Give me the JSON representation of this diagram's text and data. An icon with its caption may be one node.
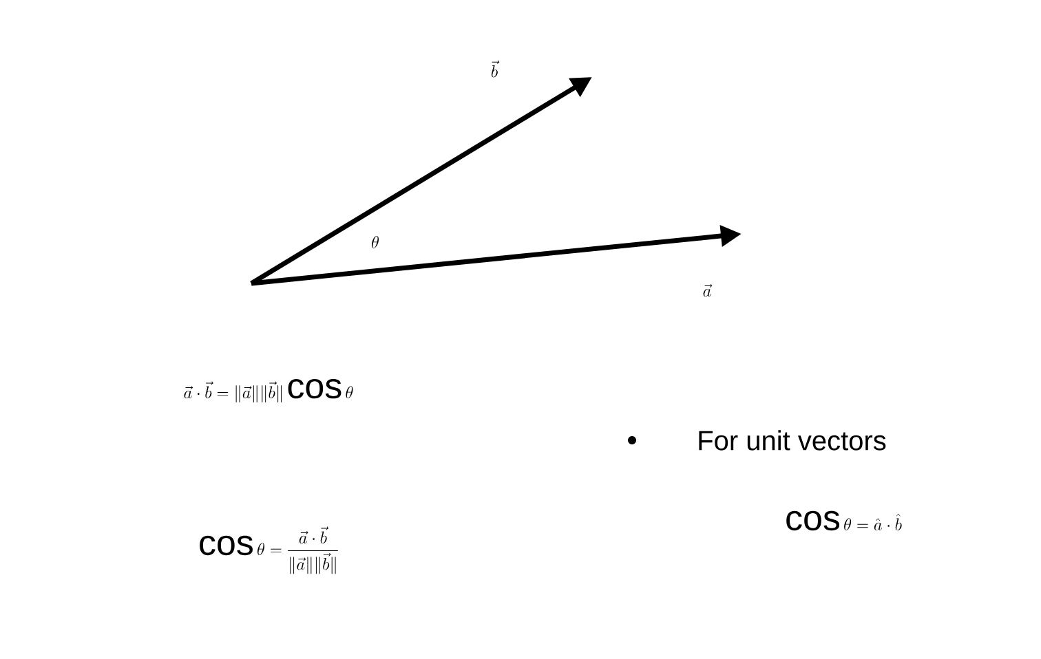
{
  "diagram": {
    "labels": [
      "\\vec{b}",
      "\\theta",
      "\\vec{a}",
      "\\vec{a}\\cdot\\vec{b}=\\|\\vec{a}\\|\\|\\vec{b}\\|\\cos\\theta",
      "For unit vectors",
      "\\cos\\theta=\\frac{\\vec{a}\\cdot\\vec{b}}{\\|\\vec{a}\\|\\|\\vec{b}\\|}",
      "\\cos\\theta=\\hat{a}\\cdot\\hat{b}"
    ]
  }
}
